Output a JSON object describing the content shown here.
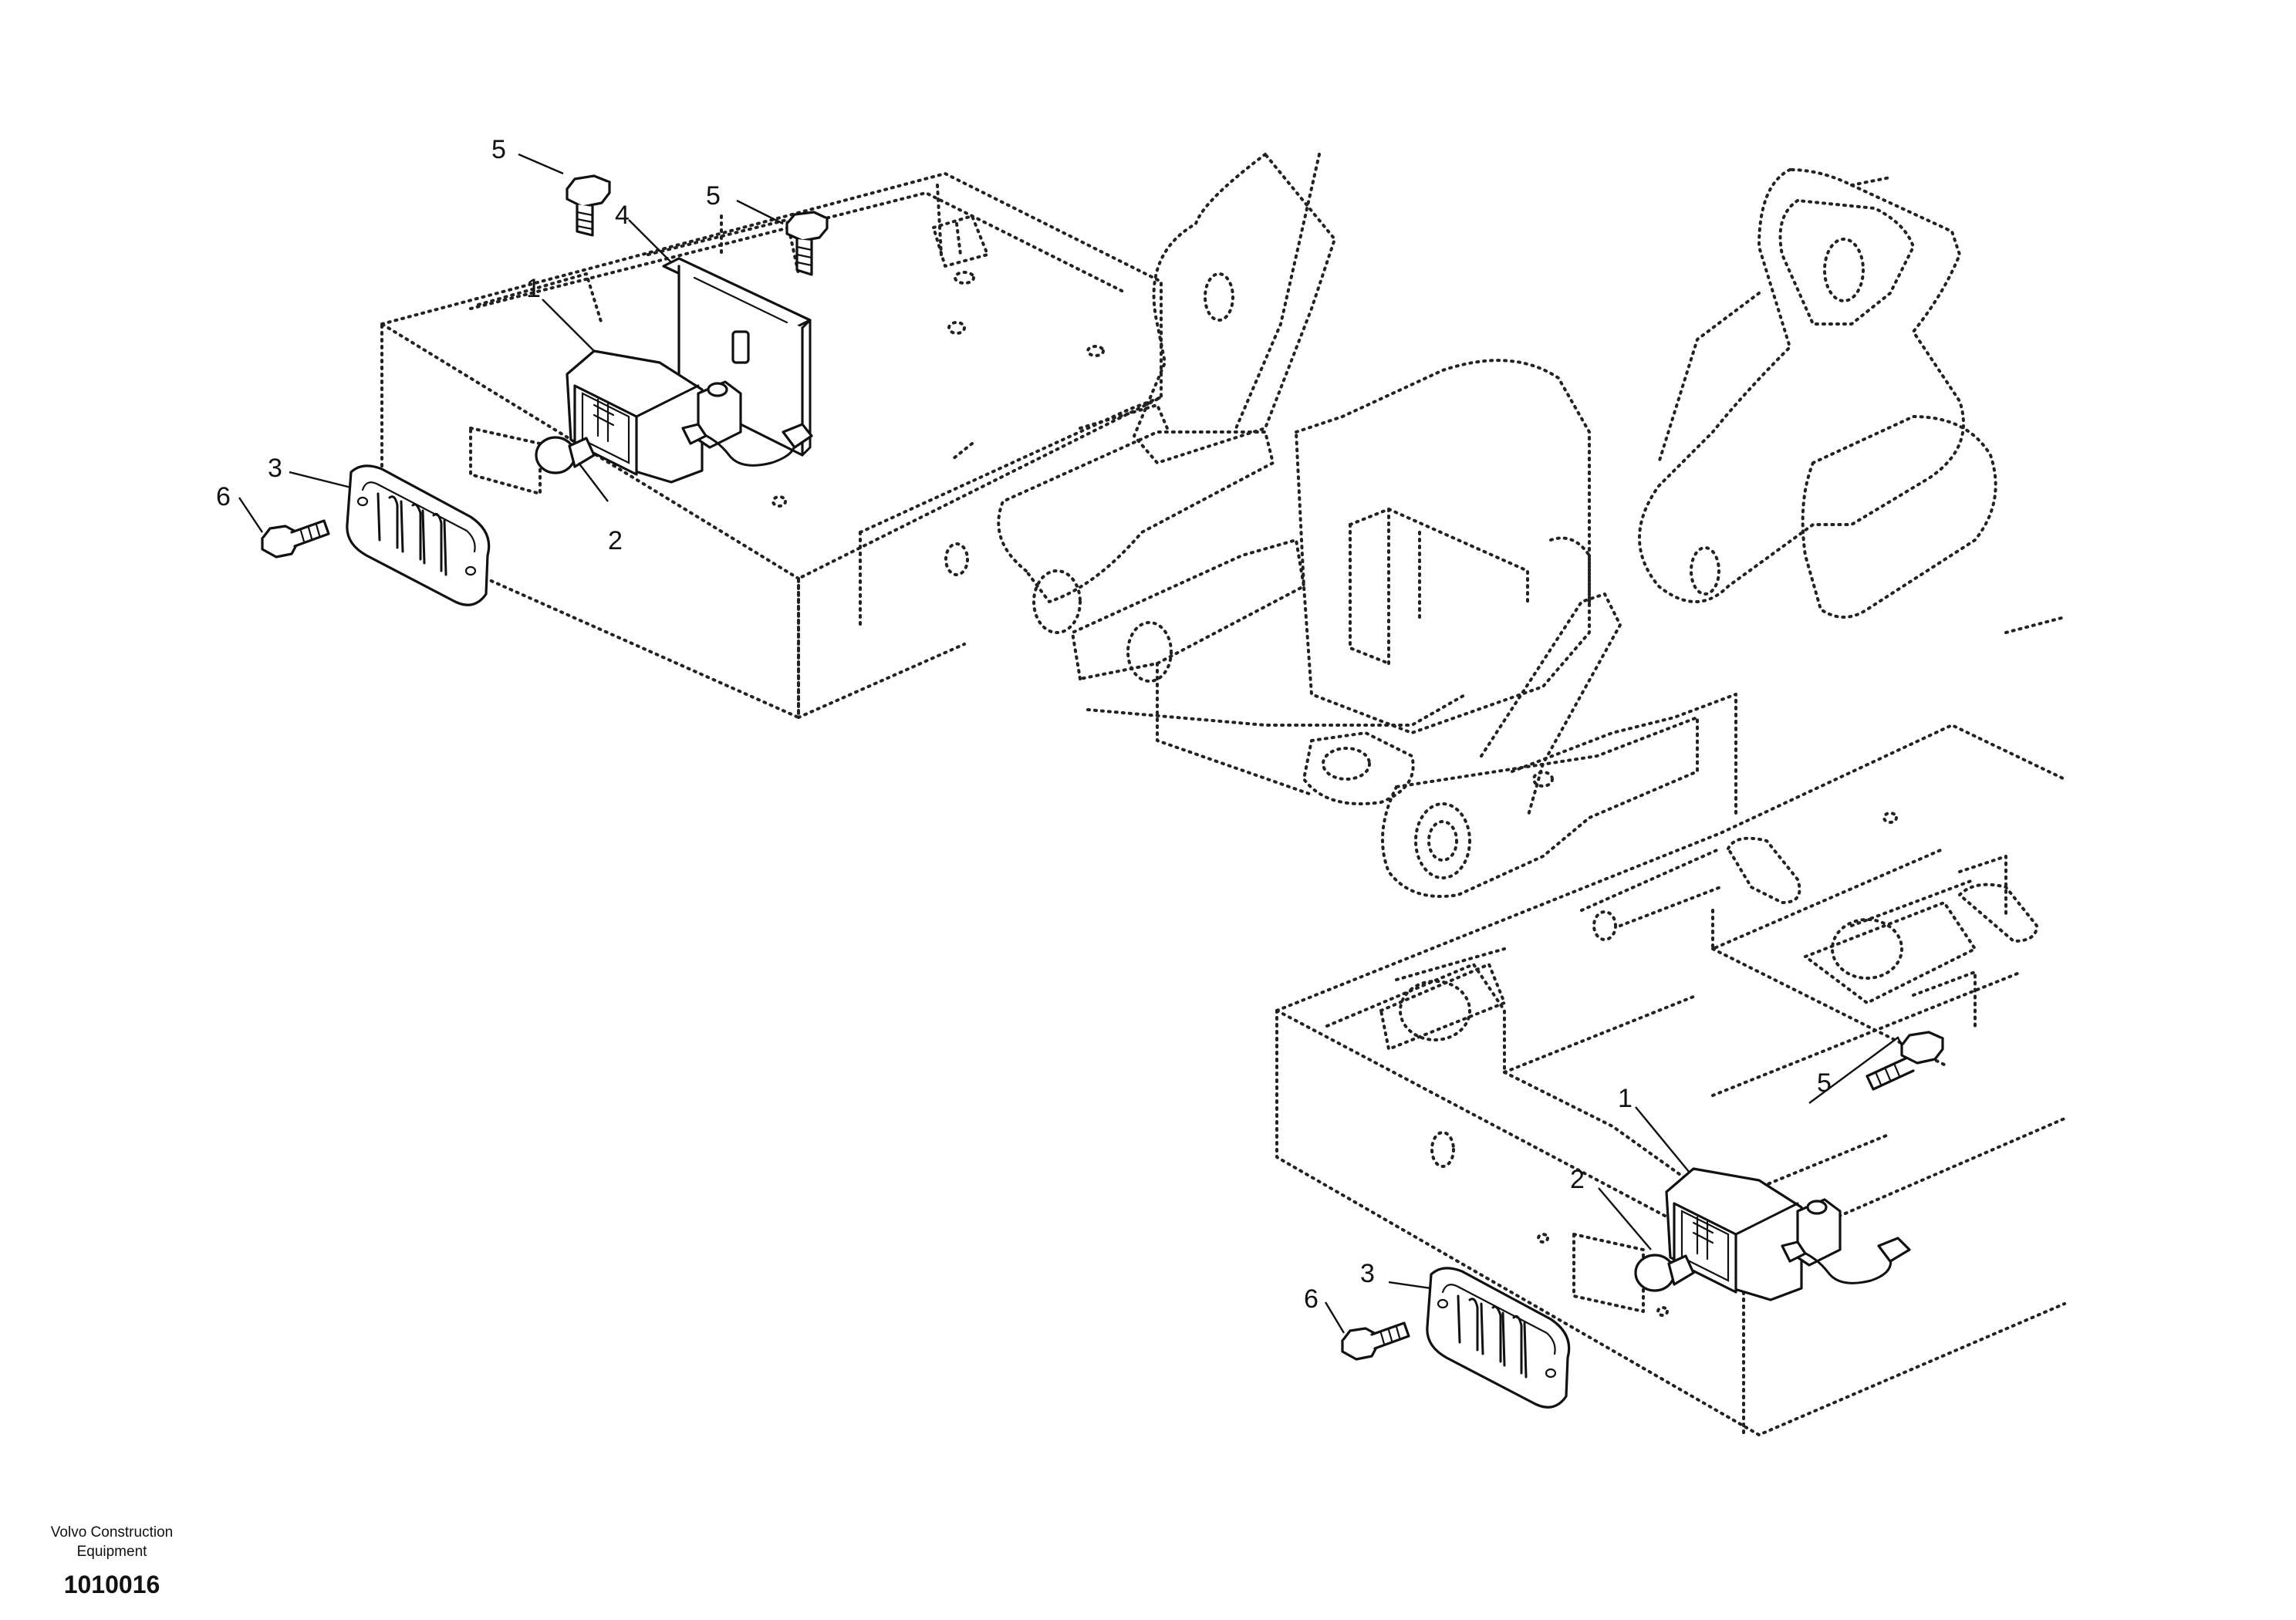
{
  "callouts": {
    "c1a": "1",
    "c2a": "2",
    "c3a": "3",
    "c4a": "4",
    "c5a": "5",
    "c5b": "5",
    "c6a": "6",
    "c1b": "1",
    "c2b": "2",
    "c3b": "3",
    "c5c": "5",
    "c6b": "6"
  },
  "footer": {
    "brand_line1": "Volvo Construction",
    "brand_line2": "Equipment",
    "document_number": "1010016"
  }
}
